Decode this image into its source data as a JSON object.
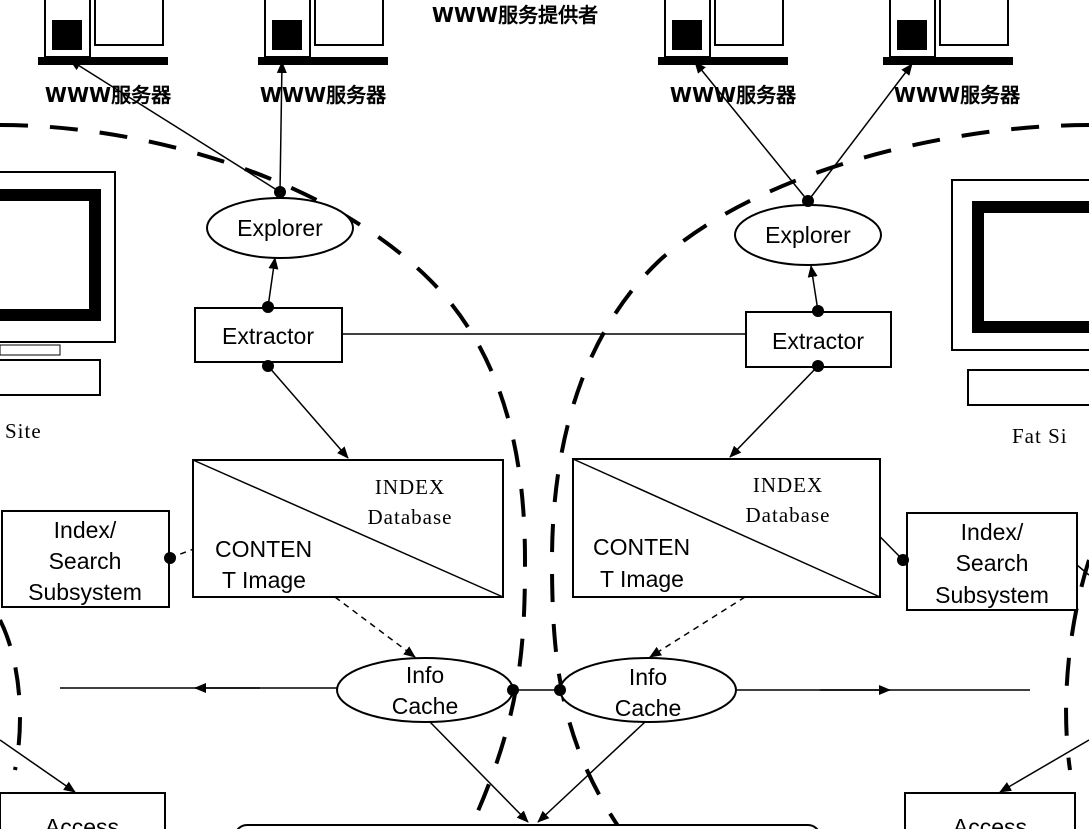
{
  "diagram": {
    "title": "WWW服务提供者",
    "servers": [
      {
        "label": "WWW服务器"
      },
      {
        "label": "WWW服务器"
      },
      {
        "label": "WWW服务器"
      },
      {
        "label": "WWW服务器"
      }
    ],
    "left": {
      "explorer": "Explorer",
      "extractor": "Extractor",
      "index_label": "INDEX",
      "database_label": "Database",
      "content_line1": "CONTEN",
      "content_line2": "T Image",
      "search_line1": "Index/",
      "search_line2": "Search",
      "search_line3": "Subsystem",
      "cache_line1": "Info",
      "cache_line2": "Cache",
      "site_label": "Site",
      "access_label": "Access"
    },
    "right": {
      "explorer": "Explorer",
      "extractor": "Extractor",
      "index_label": "INDEX",
      "database_label": "Database",
      "content_line1": "CONTEN",
      "content_line2": "T Image",
      "search_line1": "Index/",
      "search_line2": "Search",
      "search_line3": "Subsystem",
      "cache_line1": "Info",
      "cache_line2": "Cache",
      "site_label": "Fat Si",
      "access_label": "Access"
    }
  }
}
